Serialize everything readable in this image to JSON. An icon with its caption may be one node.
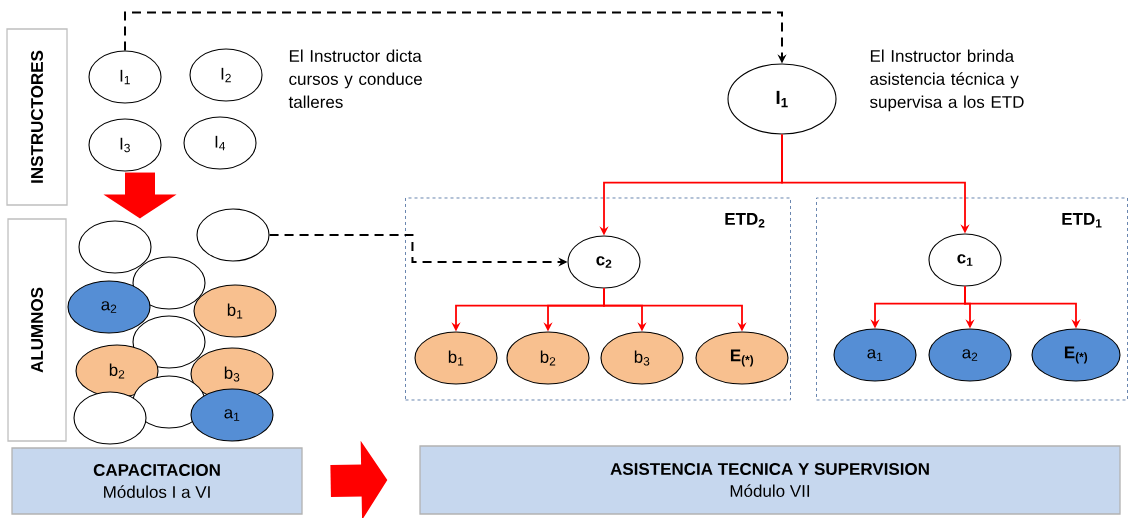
{
  "diagram": {
    "nodes": [
      {
        "text": [
          "INSTRUCTORES"
        ]
      },
      {
        "text": [
          "I$_{1}$"
        ]
      },
      {
        "text": [
          "I$_{2}$"
        ]
      },
      {
        "text": [
          "I$_{3}$"
        ]
      },
      {
        "text": [
          "I$_{4}$"
        ]
      },
      {
        "text": [
          "ALUMNOS"
        ]
      },
      {
        "text": [],
        "shape": "circle"
      },
      {
        "text": [],
        "shape": "circle"
      },
      {
        "text": [],
        "shape": "circle"
      },
      {
        "text": [
          "a$_{2}$"
        ]
      },
      {
        "text": [
          "b$_{1}$"
        ]
      },
      {
        "text": [],
        "shape": "circle"
      },
      {
        "text": [
          "b$_{2}$"
        ]
      },
      {
        "text": [
          "b$_{3}$"
        ]
      },
      {
        "text": [],
        "shape": "circle"
      },
      {
        "text": [],
        "shape": "circle"
      },
      {
        "text": [
          "a$_{1}$"
        ]
      },
      {
        "text": [
          "CAPACITACION",
          "Módulos I a VI"
        ]
      },
      {
        "text": [
          "ASISTENCIA TECNICA Y SUPERVISION",
          "Módulo VII"
        ]
      },
      {
        "text": [
          "I$_{1}$"
        ]
      },
      {
        "text": [
          "ETD$_{2}$"
        ]
      },
      {
        "text": [
          "c$_{2}$"
        ],
        "in": 20
      },
      {
        "text": [
          "b$_{1}$"
        ],
        "in": 20
      },
      {
        "text": [
          "b$_{2}$"
        ],
        "in": 20
      },
      {
        "text": [
          "b$_{3}$"
        ],
        "in": 20
      },
      {
        "text": [
          "E$_{(*)}$"
        ],
        "in": 20
      },
      {
        "text": [
          "ETD$_{1}$"
        ]
      },
      {
        "text": [
          "c$_{1}$"
        ],
        "in": 26
      },
      {
        "text": [
          "a$_{1}$"
        ],
        "in": 26
      },
      {
        "text": [
          "a$_{2}$"
        ],
        "in": 26
      },
      {
        "text": [
          "E$_{(*)}$"
        ],
        "in": 26
      }
    ],
    "edges": [
      {
        "from": 1,
        "to": 19,
        "arrow": "to",
        "style": "dashed",
        "color": "#000000"
      },
      {
        "from": 3,
        "to": 7,
        "arrow": "to",
        "style": "thick"
      },
      {
        "from": 6,
        "to": 21,
        "arrow": "to",
        "style": "dashed",
        "color": "#000000"
      },
      {
        "from": 19,
        "to": 21,
        "arrow": "to"
      },
      {
        "from": 19,
        "to": 27,
        "arrow": "to"
      },
      {
        "from": 21,
        "to": 22,
        "arrow": "to"
      },
      {
        "from": 21,
        "to": 23,
        "arrow": "to"
      },
      {
        "from": 21,
        "to": 24,
        "arrow": "to"
      },
      {
        "from": 21,
        "to": 25,
        "arrow": "to"
      },
      {
        "from": 27,
        "to": 28,
        "arrow": "to"
      },
      {
        "from": 27,
        "to": 29,
        "arrow": "to"
      },
      {
        "from": 27,
        "to": 30,
        "arrow": "to"
      },
      {
        "from": 17,
        "to": 18,
        "arrow": "to",
        "style": "thick"
      }
    ],
    "labels": [
      "El Instructor dicta cursos y conduce talleres",
      "El Instructor brinda asistencia técnica y supervisa a los ETD"
    ]
  }
}
